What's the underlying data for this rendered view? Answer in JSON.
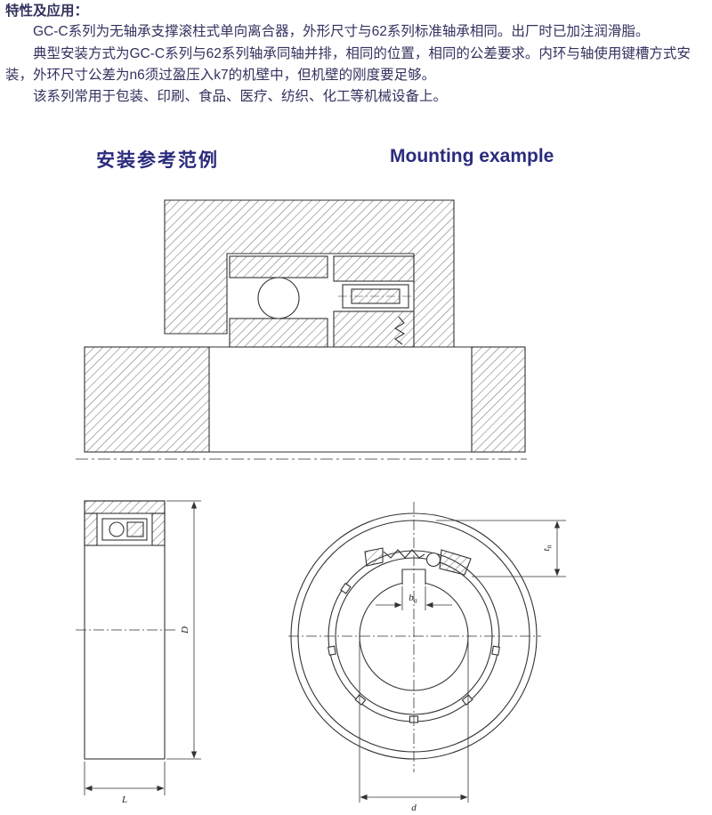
{
  "page": {
    "section_title": "特性及应用：",
    "paragraphs": [
      "GC-C系列为无轴承支撑滚柱式单向离合器，外形尺寸与62系列标准轴承相同。出厂时已加注润滑脂。",
      "典型安装方式为GC-C系列与62系列轴承同轴并排，相同的位置，相同的公差要求。内环与轴使用键槽方式安装，外环尺寸公差为n6须过盈压入k7的机壁中，但机壁的刚度要足够。",
      "该系列常用于包装、印刷、食品、医疗、纺织、化工等机械设备上。"
    ],
    "heading_cn": "安装参考范例",
    "heading_en": "Mounting example"
  },
  "drawings": {
    "side_view": {
      "dim_height": "D",
      "dim_width": "L"
    },
    "front_view": {
      "dim_bore": "d",
      "dim_keyway_width_base": "b",
      "dim_keyway_width_sub": "a",
      "dim_keyway_depth_base": "t",
      "dim_keyway_depth_sub": "n"
    }
  },
  "colors": {
    "heading": "#2b2b7d",
    "body_text": "#32325f",
    "line": "#333333"
  }
}
